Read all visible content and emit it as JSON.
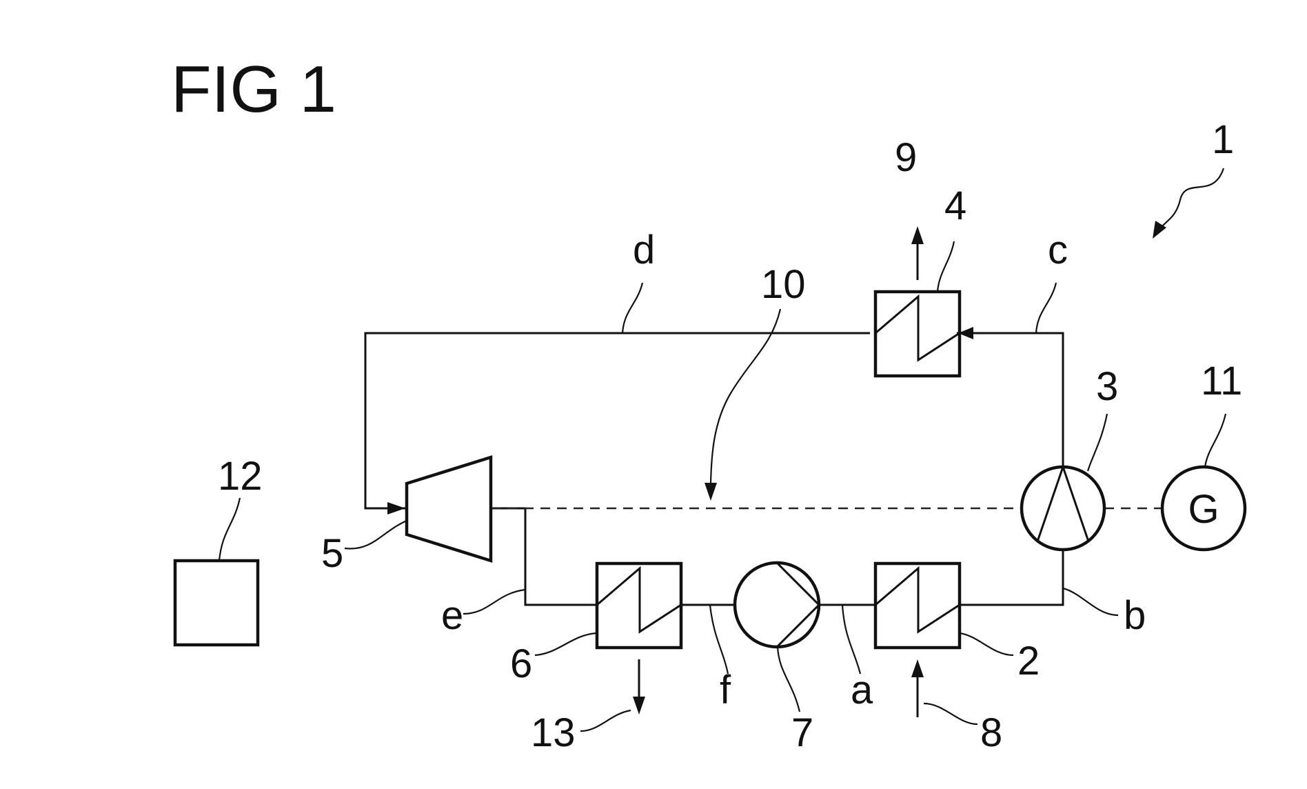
{
  "figure": {
    "title": "FIG 1"
  },
  "labels": {
    "system": "1",
    "heat_exchanger_2": "2",
    "compressor_3": "3",
    "heat_exchanger_4": "4",
    "turbine_5": "5",
    "heat_exchanger_6": "6",
    "pump_7": "7",
    "flow_8": "8",
    "flow_9": "9",
    "shaft_10": "10",
    "generator_11": "11",
    "controller_12": "12",
    "flow_13": "13",
    "line_a": "a",
    "line_b": "b",
    "line_c": "c",
    "line_d": "d",
    "line_e": "e",
    "line_f": "f"
  },
  "generator": {
    "symbol": "G"
  },
  "icons": {
    "compressor": "compressor-icon",
    "turbine": "turbine-icon",
    "pump": "pump-icon",
    "heat_exchanger": "heat-exchanger-icon",
    "generator": "generator-icon"
  }
}
